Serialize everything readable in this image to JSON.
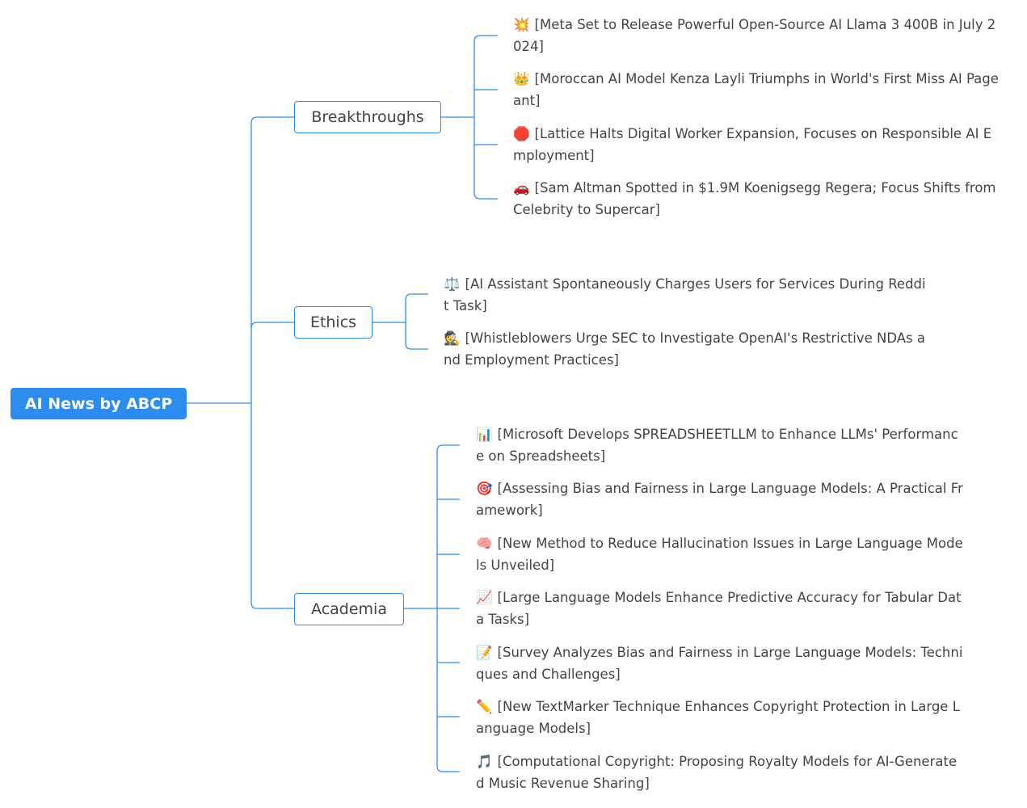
{
  "mindmap": {
    "root": {
      "label": "AI News by ABCP"
    },
    "branches": [
      {
        "label": "Breakthroughs",
        "items": [
          {
            "icon": "💥",
            "icon_name": "collision-icon",
            "text": "[Meta Set to Release Powerful Open-Source AI Llama 3 400B in July 2024]"
          },
          {
            "icon": "👑",
            "icon_name": "crown-icon",
            "text": "[Moroccan AI Model Kenza Layli Triumphs in World's First Miss AI Pageant]"
          },
          {
            "icon": "🛑",
            "icon_name": "stop-sign-icon",
            "text": "[Lattice Halts Digital Worker Expansion, Focuses on Responsible AI Employment]"
          },
          {
            "icon": "🚗",
            "icon_name": "car-icon",
            "text": "[Sam Altman Spotted in $1.9M Koenigsegg Regera; Focus Shifts from Celebrity to Supercar]"
          }
        ]
      },
      {
        "label": "Ethics",
        "items": [
          {
            "icon": "⚖️",
            "icon_name": "scales-icon",
            "text": "[AI Assistant Spontaneously Charges Users for Services During Reddit Task]"
          },
          {
            "icon": "🕵️",
            "icon_name": "detective-icon",
            "text": "[Whistleblowers Urge SEC to Investigate OpenAI's Restrictive NDAs and Employment Practices]"
          }
        ]
      },
      {
        "label": "Academia",
        "items": [
          {
            "icon": "📊",
            "icon_name": "bar-chart-icon",
            "text": "[Microsoft Develops SPREADSHEETLLM to Enhance LLMs' Performance on Spreadsheets]"
          },
          {
            "icon": "🎯",
            "icon_name": "target-icon",
            "text": "[Assessing Bias and Fairness in Large Language Models: A Practical Framework]"
          },
          {
            "icon": "🧠",
            "icon_name": "brain-icon",
            "text": "[New Method to Reduce Hallucination Issues in Large Language Models Unveiled]"
          },
          {
            "icon": "📈",
            "icon_name": "trending-up-chart-icon",
            "text": "[Large Language Models Enhance Predictive Accuracy for Tabular Data Tasks]"
          },
          {
            "icon": "📝",
            "icon_name": "memo-icon",
            "text": "[Survey Analyzes Bias and Fairness in Large Language Models: Techniques and Challenges]"
          },
          {
            "icon": "✏️",
            "icon_name": "pencil-icon",
            "text": "[New TextMarker Technique Enhances Copyright Protection in Large Language Models]"
          },
          {
            "icon": "🎵",
            "icon_name": "musical-note-icon",
            "text": "[Computational Copyright: Proposing Royalty Models for AI-Generated Music Revenue Sharing]"
          }
        ]
      }
    ]
  },
  "colors": {
    "accent": "#2d8cf0",
    "text": "#444444",
    "background": "#ffffff"
  }
}
